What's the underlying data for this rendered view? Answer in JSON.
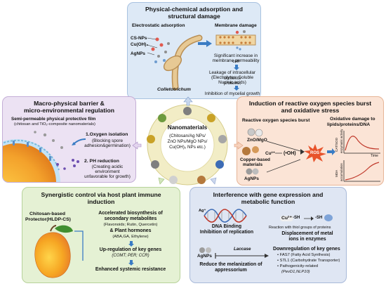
{
  "colors": {
    "top_panel": "#dde9f6",
    "left_panel": "#ece2f3",
    "right_panel": "#fbe4d6",
    "bottom_left_panel": "#e5f1d4",
    "bottom_right_panel": "#dfe6f3",
    "center_ring": "#f2edc6",
    "ros_red": "#e8532b",
    "arrow_blue": "#3a7cc4"
  },
  "top": {
    "title1": "Physical-chemical adsorption and",
    "title2": "structural damage",
    "electrostatic": "Electrostatic adsorption",
    "membrane_damage": "Membrane damage",
    "cs_nps": "CS-NPs",
    "cuoh2": "Cu(OH)₂",
    "agnps": "AgNPs",
    "colletotrichum": "Colletotrichum",
    "perm1": "Significant increase in cell",
    "perm2": "membrane permeability",
    "leak1": "Leakage of intracellular contents",
    "leak2": "(Electrolytes;  Soluble proteins;",
    "leak3": "Nucleic acids)",
    "inhibition": "Inhibition of mycelial growth"
  },
  "left": {
    "title1": "Macro-physical barrier &",
    "title2": "micro-environmental regulation",
    "film1": "Semi-permeable physical protective film",
    "film2": "(chitosan and TiO₂-composite nanomaterials)",
    "oxy": "1.Oxygen isolation",
    "oxy_sub1": "(Blocking spore",
    "oxy_sub2": "adhesion&germination)",
    "ph": "2. PH reduction",
    "ph_sub1": "(Creating acidic",
    "ph_sub2": "environment",
    "ph_sub3": "unfavorable for growth)"
  },
  "center": {
    "title": "Nanomaterials",
    "line1": "(Chitosan/Ag NPs/",
    "line2": "ZnO NPs/MgO NPs/",
    "line3": "Cu(OH)₂ NPs etc.)"
  },
  "right": {
    "title1": "Induction of reactive oxygen species burst",
    "title2": "and oxidative stress",
    "ros_burst": "Reactive oxygen species burst",
    "zno": "ZnO/MgO",
    "copper1": "Copper-based",
    "copper2": "materials",
    "cu_reaction": "Cu²⁺",
    "oh": "(•OH)",
    "ros": "ROS",
    "agnps": "AgNPs",
    "ox_damage1": "Oxidative damage to",
    "ox_damage2": "lipids/proteins/DNA",
    "axis_cat1": "CAT/SOD",
    "axis_cat2": "enzymatic activity",
    "axis_mda1": "MDA",
    "axis_mda2": "accumulation",
    "time": "Time"
  },
  "bottom_left": {
    "title1": "Synergistic control via host plant immune",
    "title2": "induction",
    "protector1": "Chitosan-based",
    "protector2": "Protector(HLDP-CS)",
    "accel1": "Accelerated biosynthesis of",
    "accel2": "secondary metabolites",
    "flav": "(Flavonoids; Rutin, Quercetin)",
    "hormones": "& Plant hormones",
    "hormones_sub": "(ABA,GA, Ethylene)",
    "upreg": "Up-regulation of key genes",
    "genes": "(COMT; PER; CCR)",
    "enhanced": "Enhanced systemic resistance"
  },
  "bottom_right": {
    "title1": "Interference with gene expression and",
    "title2": "metabolic function",
    "ag": "Ag⁺",
    "dna1": "DNA Binding",
    "dna2": "Inhibition of replication",
    "cu2": "Cu²⁺",
    "sh1": "-SH",
    "sh2": "-SH",
    "thiol": "Reaction with thiol groups of proteins",
    "displace1": "Displacement of metal",
    "displace2": "ions in enzymes",
    "laccase": "Laccase",
    "agnps": "AgNPs",
    "reduce1": "Reduce the melanization of",
    "reduce2": "appressorium",
    "down": "Downregulation of key genes",
    "g1": "• FAS7 (Fatty Acid Synthesis)",
    "g2": "• STL1 (Carbohydrate Transporter)",
    "g3": "• Pathogenicity-related",
    "g4": "(PevD1,NLP10)"
  }
}
